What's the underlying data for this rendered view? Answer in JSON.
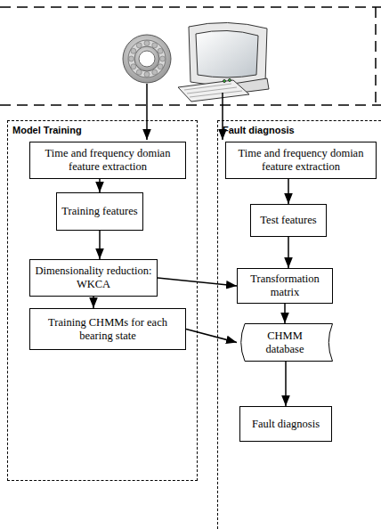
{
  "diagram": {
    "nodes": [
      {
        "text": [
          "Model Training"
        ]
      },
      {
        "text": [
          "Time and frequency domian feature extraction"
        ],
        "in": 0
      },
      {
        "text": [
          "Training features"
        ],
        "in": 0
      },
      {
        "text": [
          "Dimensionality reduction: WKCA"
        ],
        "in": 0
      },
      {
        "text": [
          "Training  CHMMs for each bearing state"
        ],
        "in": 0
      },
      {
        "text": [
          "Fault diagnosis"
        ]
      },
      {
        "text": [
          "Time and frequency domian feature extraction"
        ],
        "in": 5
      },
      {
        "text": [
          "Test features"
        ],
        "in": 5
      },
      {
        "text": [
          "Transformation matrix"
        ],
        "in": 5
      },
      {
        "text": [
          "CHMM database"
        ],
        "in": 5
      },
      {
        "text": [
          "Fault diagnosis"
        ],
        "in": 5
      }
    ],
    "edges": [
      {
        "from": 1,
        "to": 2,
        "arrow": "to"
      },
      {
        "from": 2,
        "to": 3,
        "arrow": "to"
      },
      {
        "from": 3,
        "to": 4,
        "arrow": "to"
      },
      {
        "from": 3,
        "to": 8,
        "arrow": "to"
      },
      {
        "from": 4,
        "to": 9,
        "arrow": "to"
      },
      {
        "from": 6,
        "to": 7,
        "arrow": "to"
      },
      {
        "from": 7,
        "to": 8,
        "arrow": "to"
      },
      {
        "from": 8,
        "to": 9,
        "arrow": "to"
      },
      {
        "from": 9,
        "to": 10,
        "arrow": "to"
      }
    ]
  }
}
